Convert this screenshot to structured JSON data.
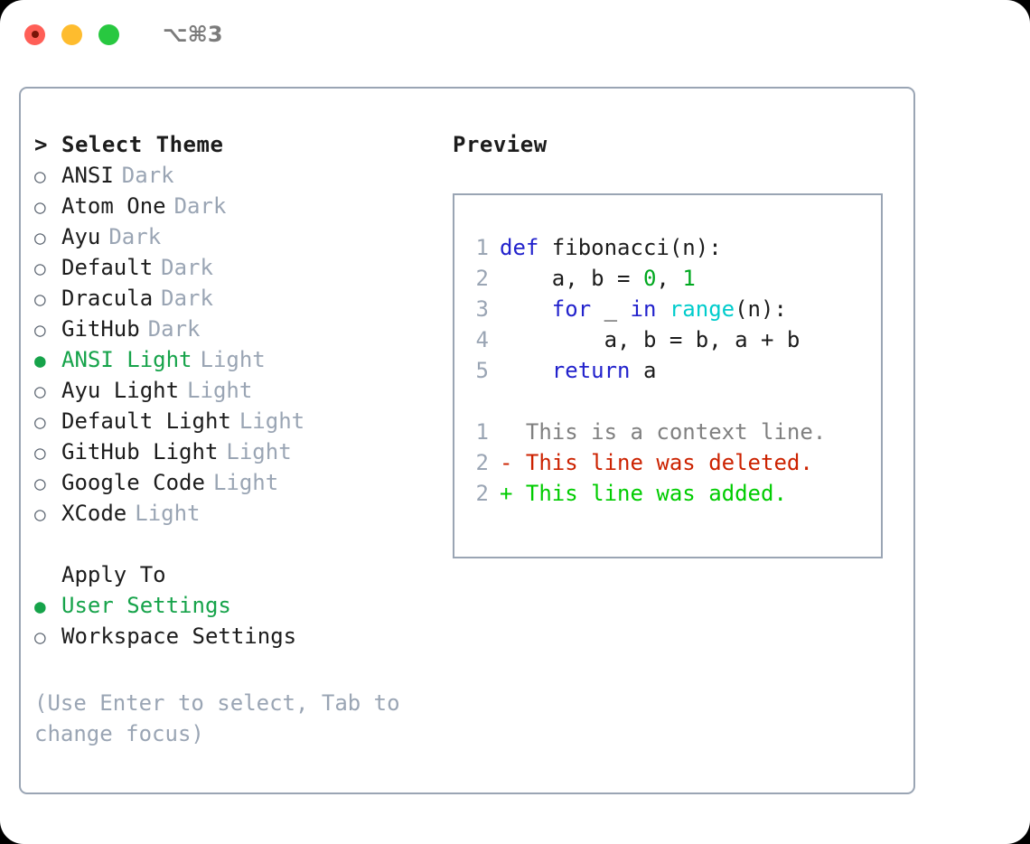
{
  "titlebar": {
    "shortcut": "⌥⌘3",
    "lights": [
      "close",
      "minimize",
      "maximize"
    ]
  },
  "theme_list": {
    "header_prefix": ">",
    "header": "Select Theme",
    "bullet_off": "○",
    "bullet_on": "●",
    "items": [
      {
        "label": "ANSI",
        "kind": "Dark",
        "selected": false
      },
      {
        "label": "Atom One",
        "kind": "Dark",
        "selected": false
      },
      {
        "label": "Ayu",
        "kind": "Dark",
        "selected": false
      },
      {
        "label": "Default",
        "kind": "Dark",
        "selected": false
      },
      {
        "label": "Dracula",
        "kind": "Dark",
        "selected": false
      },
      {
        "label": "GitHub",
        "kind": "Dark",
        "selected": false
      },
      {
        "label": "ANSI Light",
        "kind": "Light",
        "selected": true
      },
      {
        "label": "Ayu Light",
        "kind": "Light",
        "selected": false
      },
      {
        "label": "Default Light",
        "kind": "Light",
        "selected": false
      },
      {
        "label": "GitHub Light",
        "kind": "Light",
        "selected": false
      },
      {
        "label": "Google Code",
        "kind": "Light",
        "selected": false
      },
      {
        "label": "XCode",
        "kind": "Light",
        "selected": false
      }
    ]
  },
  "apply_to": {
    "header": "Apply To",
    "items": [
      {
        "label": "User Settings",
        "selected": true
      },
      {
        "label": "Workspace Settings",
        "selected": false
      }
    ]
  },
  "hint": "(Use Enter to select, Tab to change focus)",
  "preview": {
    "title": "Preview",
    "code": [
      {
        "no": "1",
        "tokens": [
          {
            "t": "def ",
            "c": "kw"
          },
          {
            "t": "fibonacci(n):",
            "c": "plain"
          }
        ]
      },
      {
        "no": "2",
        "tokens": [
          {
            "t": "    a, b = ",
            "c": "plain"
          },
          {
            "t": "0",
            "c": "num"
          },
          {
            "t": ", ",
            "c": "plain"
          },
          {
            "t": "1",
            "c": "num"
          }
        ]
      },
      {
        "no": "3",
        "tokens": [
          {
            "t": "    ",
            "c": "plain"
          },
          {
            "t": "for ",
            "c": "kw"
          },
          {
            "t": "_ ",
            "c": "plain"
          },
          {
            "t": "in ",
            "c": "kw"
          },
          {
            "t": "range",
            "c": "builtin"
          },
          {
            "t": "(n):",
            "c": "plain"
          }
        ]
      },
      {
        "no": "4",
        "tokens": [
          {
            "t": "        a, b = b, a + b",
            "c": "plain"
          }
        ]
      },
      {
        "no": "5",
        "tokens": [
          {
            "t": "    ",
            "c": "plain"
          },
          {
            "t": "return ",
            "c": "kw"
          },
          {
            "t": "a",
            "c": "plain"
          }
        ]
      }
    ],
    "diff": [
      {
        "no": "1",
        "marker": "  ",
        "text": "This is a context line.",
        "kind": "context"
      },
      {
        "no": "2",
        "marker": "- ",
        "text": "This line was deleted.",
        "kind": "del"
      },
      {
        "no": "2",
        "marker": "+ ",
        "text": "This line was added.",
        "kind": "add"
      }
    ]
  },
  "colors": {
    "selection_green": "#16a34a",
    "muted": "#9aa5b4",
    "border": "#9aa5b4",
    "keyword": "#2222cc",
    "number": "#00a81f",
    "builtin": "#00cccc",
    "diff_delete": "#cc2200",
    "diff_add": "#00cc00",
    "diff_context": "#808080",
    "traffic_close": "#ff5f57",
    "traffic_min": "#febc2e",
    "traffic_max": "#28c840"
  }
}
